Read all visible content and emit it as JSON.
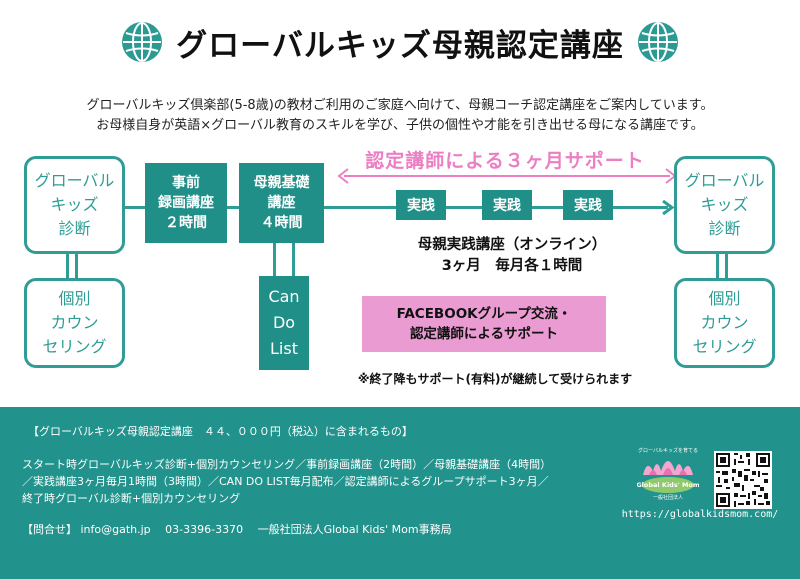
{
  "header": {
    "title": "グローバルキッズ母親認定講座"
  },
  "intro": {
    "line1": "グローバルキッズ倶楽部(5-8歳)の教材ご利用のご家庭へ向けて、母親コーチ認定講座をご案内しています。",
    "line2": "お母様自身が英語×グローバル教育のスキルを学び、子供の個性や才能を引き出せる母になる講座です。"
  },
  "support_banner": "認定講師による３ヶ月サポート",
  "flow": {
    "start_diagnosis": [
      "グローバル",
      "キッズ",
      "診断"
    ],
    "start_counseling": [
      "個別",
      "カウン",
      "セリング"
    ],
    "recorded_course": [
      "事前",
      "録画講座",
      "２時間"
    ],
    "basic_course": [
      "母親基礎",
      "講座",
      "４時間"
    ],
    "can_do_list": [
      "Can",
      "Do",
      "List"
    ],
    "practice_labels": [
      "実践",
      "実践",
      "実践"
    ],
    "practice_course": [
      "母親実践講座（オンライン）",
      "3ヶ月　毎月各１時間"
    ],
    "end_diagnosis": [
      "グローバル",
      "キッズ",
      "診断"
    ],
    "end_counseling": [
      "個別",
      "カウン",
      "セリング"
    ]
  },
  "facebook_box": [
    "FACEBOOKグループ交流・",
    "認定講師によるサポート"
  ],
  "note": "※終了降もサポート(有料)が継続して受けられます",
  "footer": {
    "heading": "【グローバルキッズ母親認定講座　４４、０００円（税込）に含まれるもの】",
    "description": "スタート時グローバルキッズ診断+個別カウンセリング／事前録画講座（2時間）／母親基礎講座（4時間）／実践講座3ヶ月毎月1時間（3時間）／CAN DO LIST毎月配布／認定講師によるグループサポート3ヶ月／終了時グローバル診断+個別カウンセリング",
    "contact": "【問合せ】 info@gath.jp　 03-3396-3370　 一般社団法人Global Kids' Mom事務局",
    "url": "https://globalkidsmom.com/"
  },
  "logo": {
    "top_text": "グローバルキッズを育てる",
    "name": "Global Kids' Mom",
    "sub": "一般社団法人"
  },
  "colors": {
    "teal": "#2f9d95",
    "teal_dark": "#1f8f88",
    "pink": "#ec7fc3",
    "pink_box": "#ea9cd2",
    "footer_bg": "#22938c"
  }
}
